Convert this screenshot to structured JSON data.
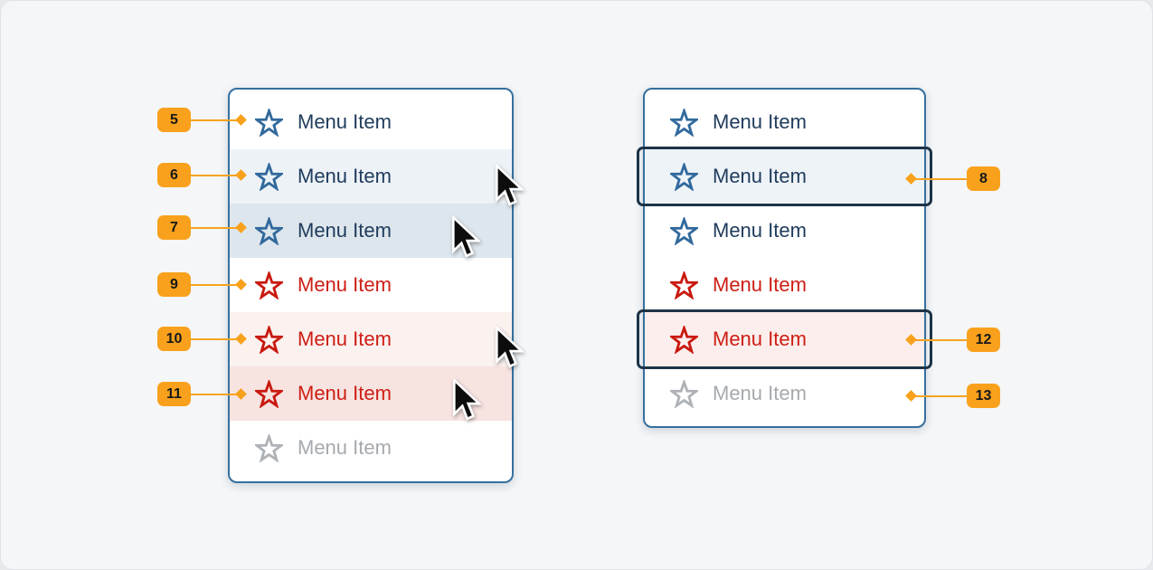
{
  "colors": {
    "canvas_bg": "#f4f6f8",
    "panel_bg": "#ffffff",
    "panel_border": "#35709f",
    "accent_blue": "#36719f",
    "accent_red": "#c8180e",
    "text_blue": "#203c5c",
    "text_red": "#cd1e15",
    "text_disabled": "#a6aaae",
    "hover_blue_bg": "#edf2f7",
    "pressed_blue_bg": "#dde6ed",
    "hover_red_bg": "#fbf1ef",
    "pressed_red_bg": "#f7e3e0",
    "focus_ring": "#1d3347",
    "callout_orange": "#f9a11c"
  },
  "left_menu": {
    "items": [
      {
        "label": "Menu Item",
        "variant": "blue",
        "state": "normal"
      },
      {
        "label": "Menu Item",
        "variant": "blue",
        "state": "hover"
      },
      {
        "label": "Menu Item",
        "variant": "blue",
        "state": "pressed"
      },
      {
        "label": "Menu Item",
        "variant": "red",
        "state": "normal"
      },
      {
        "label": "Menu Item",
        "variant": "red",
        "state": "hover"
      },
      {
        "label": "Menu Item",
        "variant": "red",
        "state": "pressed"
      },
      {
        "label": "Menu Item",
        "variant": "disabled",
        "state": "disabled"
      }
    ]
  },
  "right_menu": {
    "items": [
      {
        "label": "Menu Item",
        "variant": "blue",
        "state": "normal"
      },
      {
        "label": "Menu Item",
        "variant": "blue",
        "state": "focused"
      },
      {
        "label": "Menu Item",
        "variant": "blue",
        "state": "normal"
      },
      {
        "label": "Menu Item",
        "variant": "red",
        "state": "normal"
      },
      {
        "label": "Menu Item",
        "variant": "red",
        "state": "focused"
      },
      {
        "label": "Menu Item",
        "variant": "disabled",
        "state": "disabled"
      }
    ]
  },
  "annotations": {
    "left": [
      {
        "number": "5"
      },
      {
        "number": "6"
      },
      {
        "number": "7"
      },
      {
        "number": "9"
      },
      {
        "number": "10"
      },
      {
        "number": "11"
      }
    ],
    "right": [
      {
        "number": "8"
      },
      {
        "number": "12"
      },
      {
        "number": "13"
      }
    ]
  }
}
